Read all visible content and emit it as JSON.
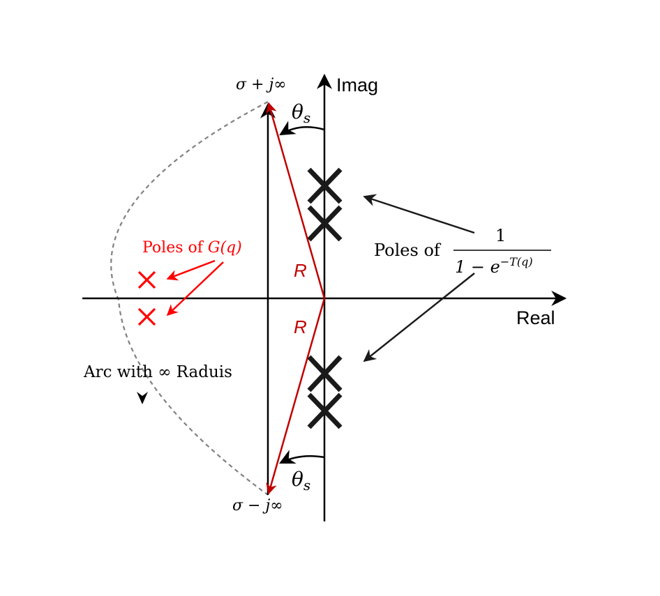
{
  "axes": {
    "imag_label": "Imag",
    "real_label": "Real"
  },
  "contour": {
    "top_point_label": "σ + j∞",
    "bottom_point_label": "σ − j∞",
    "theta_label": "θ",
    "theta_subscript": "s",
    "radius_label": "R",
    "arc_label": "Arc with ∞ Raduis"
  },
  "poles_g": {
    "label_prefix": "Poles of ",
    "label_function": "G(q)"
  },
  "poles_t": {
    "label_prefix": "Poles of",
    "numerator": "1",
    "denominator_prefix": "1 − e",
    "exponent": "−T(q)"
  },
  "colors": {
    "axis": "#000000",
    "contour_arrow": "#c00000",
    "g_pole_label": "#ff0000",
    "arc": "#808080",
    "t_pole_mark": "#1a1a1a"
  }
}
